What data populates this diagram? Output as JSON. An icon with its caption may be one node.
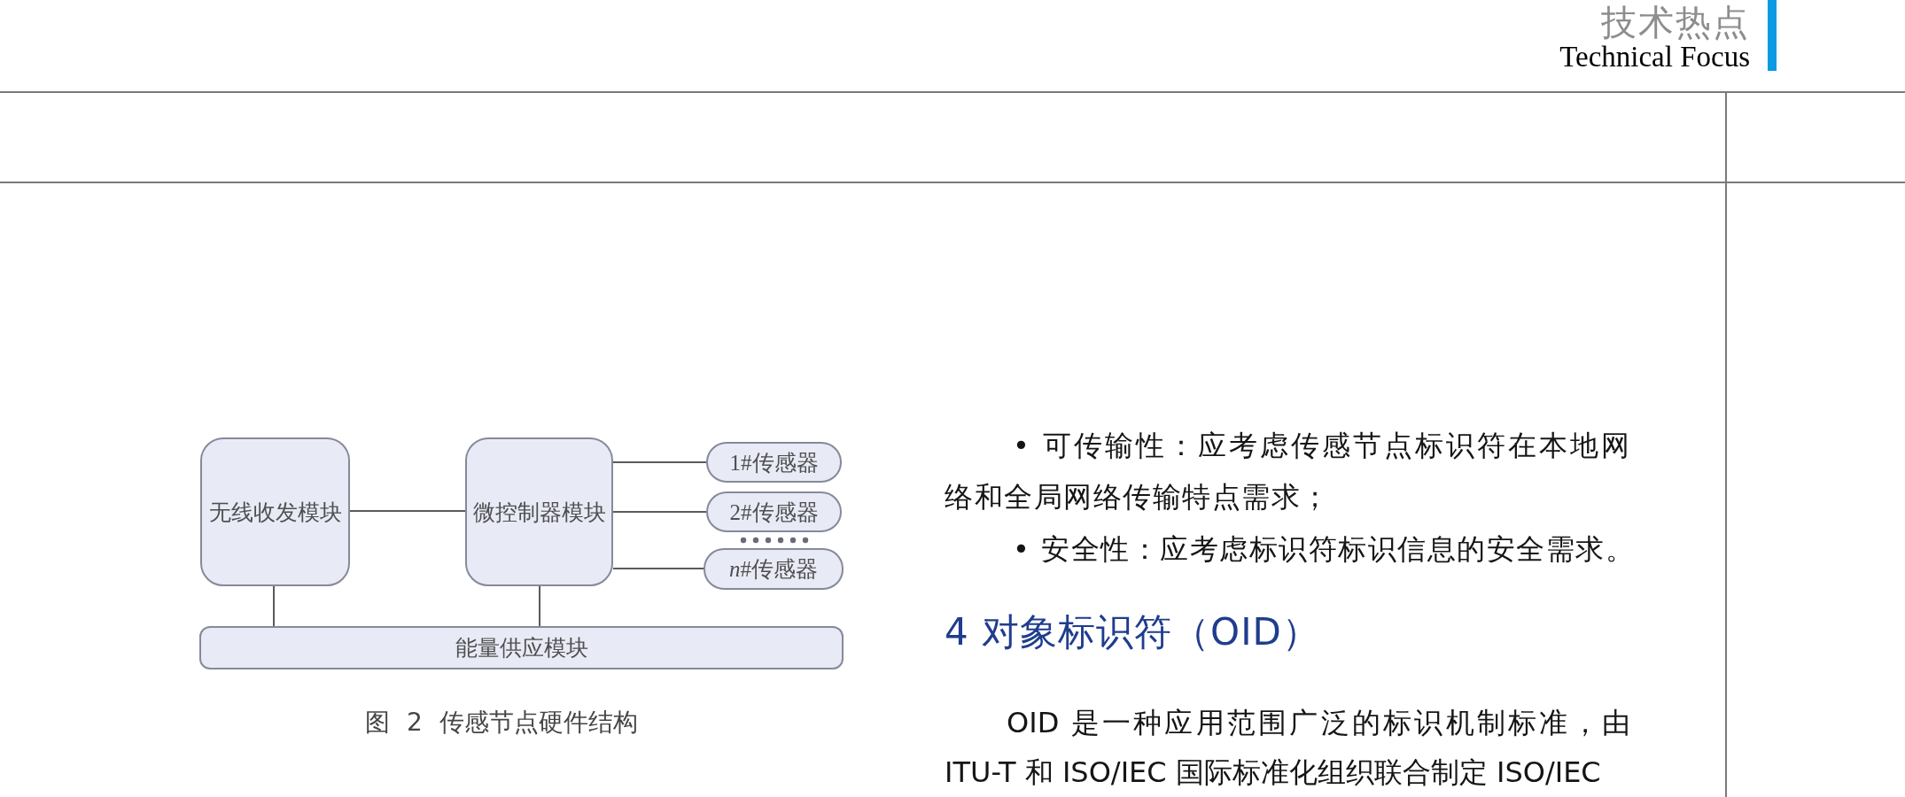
{
  "diagram": {
    "caption": "图 2 传感节点硬件结构",
    "nodes": [
      {
        "text": [
          "无线收发模块"
        ]
      },
      {
        "text": [
          "微控制器模块"
        ]
      },
      {
        "text": [
          "1#传感器"
        ]
      },
      {
        "text": [
          "2#传感器"
        ]
      },
      {
        "text": [
          "*n*#传感器"
        ]
      },
      {
        "text": [
          "能量供应模块"
        ]
      }
    ],
    "edges": [
      {
        "from": 0,
        "to": 1,
        "arrow": "none"
      },
      {
        "from": 1,
        "to": 2,
        "arrow": "none"
      },
      {
        "from": 1,
        "to": 3,
        "arrow": "none"
      },
      {
        "from": 1,
        "to": 4,
        "arrow": "none"
      },
      {
        "from": 0,
        "to": 5,
        "arrow": "none"
      },
      {
        "from": 1,
        "to": 5,
        "arrow": "none"
      }
    ],
    "labels": [
      "技术热点",
      "Technical Focus",
      "• 可传输性：应考虑传感节点标识符在本地网络和全局网络传输特点需求；",
      "• 安全性：应考虑标识符标识信息的安全需求。",
      "4 对象标识符（OID）",
      "OID 是一种应用范围广泛的标识机制标准，由ITU-T 和 ISO/IEC 国际标准化组织联合制定 ISO/IEC"
    ]
  }
}
